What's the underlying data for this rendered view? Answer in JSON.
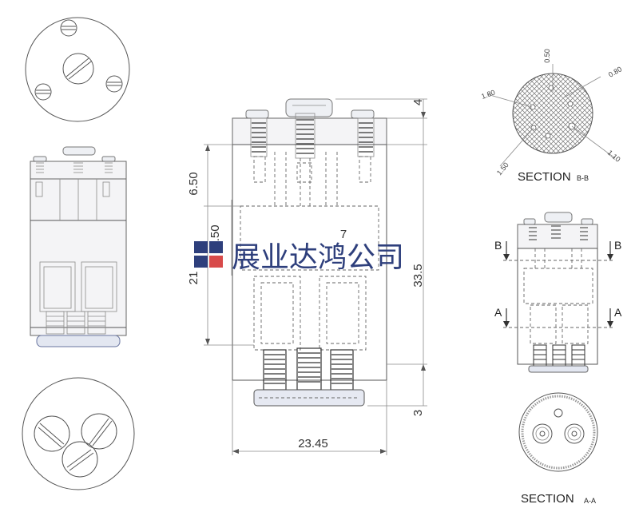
{
  "watermark": {
    "company_name": "展业达鸿公司"
  },
  "front_view": {
    "dimensions": {
      "top_height": "4",
      "upper_offset": "6.50",
      "inner_gap": "0.50",
      "inner_height": "21",
      "total_height": "33.5",
      "bottom_height": "3",
      "width": "23.45",
      "center_mark": "7"
    }
  },
  "section_b": {
    "title": "SECTION",
    "sub": "B-B",
    "dims": {
      "top": "0.50",
      "top_right": "0.80",
      "left": "1.80",
      "bottom_left": "1.50",
      "bottom_right": "1.10"
    }
  },
  "section_a": {
    "title": "SECTION",
    "sub": "A-A"
  },
  "side_view": {
    "cut_labels": {
      "b_left": "B",
      "b_right": "B",
      "a_left": "A",
      "a_right": "A"
    }
  },
  "colors": {
    "watermark_blue": "#2e3f7c",
    "watermark_red": "#d84a4a",
    "line": "#555555"
  }
}
